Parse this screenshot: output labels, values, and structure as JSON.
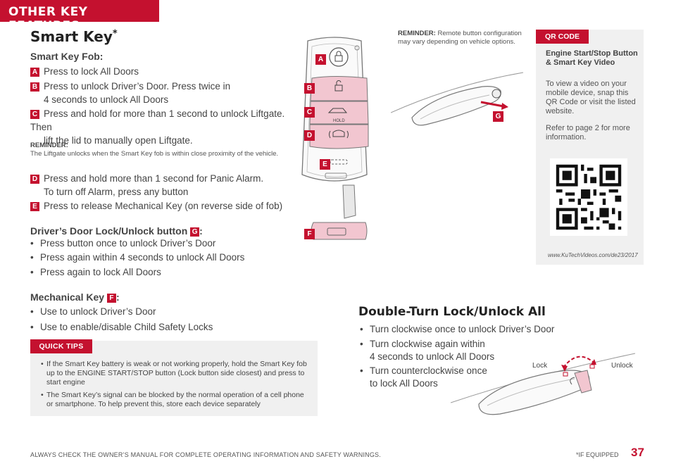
{
  "header": {
    "section": "OTHER KEY FEATURES"
  },
  "smart_key": {
    "title": "Smart Key",
    "title_mark": "*",
    "fob_heading": "Smart Key Fob:",
    "items": [
      {
        "badge": "A",
        "lines": [
          "Press to lock All Doors"
        ]
      },
      {
        "badge": "B",
        "lines": [
          "Press to unlock Driver’s Door. Press twice in",
          "4 seconds to unlock All Doors"
        ]
      },
      {
        "badge": "C",
        "lines": [
          "Press and hold for more than 1 second to unlock Liftgate. Then",
          "lift the lid to manually open Liftgate."
        ]
      },
      {
        "badge": "D",
        "lines": [
          "Press and hold more than 1 second for Panic Alarm.",
          "To turn off Alarm, press any button"
        ]
      },
      {
        "badge": "E",
        "lines": [
          "Press to release Mechanical Key (on reverse side of fob)"
        ]
      }
    ],
    "reminder_label": "REMINDER:",
    "reminder_text": "The Liftgate unlocks when the Smart Key fob is within close proximity of the vehicle.",
    "driver_heading": "Driver’s Door Lock/Unlock button",
    "driver_badge": "G",
    "driver_colon": ":",
    "driver_bullets": [
      "Press button once to unlock Driver’s Door",
      "Press again within 4 seconds to unlock All Doors",
      "Press again to lock All Doors"
    ],
    "mech_heading": "Mechanical Key",
    "mech_badge": "F",
    "mech_colon": ":",
    "mech_bullets": [
      "Use to unlock Driver’s Door",
      "Use to enable/disable Child Safety Locks"
    ]
  },
  "quick_tips": {
    "label": "QUICK TIPS",
    "tips": [
      [
        "If the Smart Key battery is weak or not working properly, hold the Smart Key fob",
        "up to the ENGINE START/STOP button (Lock button side closest) and press to",
        "start engine"
      ],
      [
        "The Smart Key’s signal can be blocked by the normal operation of a cell phone",
        "or smartphone. To help prevent this, store each device separately"
      ]
    ]
  },
  "remote_reminder": {
    "label": "REMINDER:",
    "text_line1": " Remote button configuration",
    "text_line2": "may vary depending on vehicle options."
  },
  "fob_diagram": {
    "letters": [
      "A",
      "B",
      "C",
      "D",
      "E",
      "F",
      "G"
    ],
    "hold_label": "HOLD"
  },
  "qr": {
    "tab": "QR CODE",
    "title_line1": "Engine Start/Stop Button",
    "title_line2": "& Smart Key Video",
    "text1": [
      "To view a video on your",
      "mobile device, snap this",
      "QR Code or visit the listed",
      "website."
    ],
    "text2": [
      "Refer to page 2 for more",
      "information."
    ],
    "url": "www.KuTechVideos.com/de23/2017"
  },
  "double_turn": {
    "title": "Double-Turn Lock/Unlock All",
    "bullets": [
      [
        "Turn clockwise once to unlock Driver’s Door"
      ],
      [
        "Turn clockwise again within",
        "4 seconds to unlock All Doors"
      ],
      [
        "Turn counterclockwise once",
        "to lock All Doors"
      ]
    ],
    "lock_label": "Lock",
    "unlock_label": "Unlock"
  },
  "footer": {
    "disclaimer": "ALWAYS CHECK THE OWNER’S MANUAL FOR COMPLETE OPERATING INFORMATION AND SAFETY WARNINGS.",
    "if_equipped": "*IF EQUIPPED",
    "page": "37"
  },
  "colors": {
    "accent": "#c4112f",
    "fob_button": "#f2c6d0",
    "panel": "#f0f0f0"
  }
}
